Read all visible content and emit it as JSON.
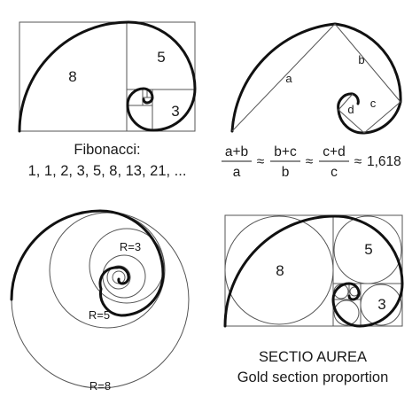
{
  "fibonacci": {
    "square_labels": [
      "8",
      "5",
      "3"
    ],
    "caption_title": "Fibonacci:",
    "caption_sequence": "1, 1, 2, 3, 5, 8, 13, 21, ..."
  },
  "ratio": {
    "segment_labels": [
      "a",
      "b",
      "c",
      "d"
    ],
    "fractions": [
      {
        "num": "a+b",
        "den": "a"
      },
      {
        "num": "b+c",
        "den": "b"
      },
      {
        "num": "c+d",
        "den": "c"
      }
    ],
    "approx_sign": "≈",
    "result": "1,618"
  },
  "circles": {
    "radius_labels": [
      "R=3",
      "R=5",
      "R=8"
    ]
  },
  "golden": {
    "square_labels": [
      "8",
      "5",
      "3"
    ],
    "caption_title": "SECTIO AUREA",
    "caption_subtitle": "Gold section proportion"
  }
}
